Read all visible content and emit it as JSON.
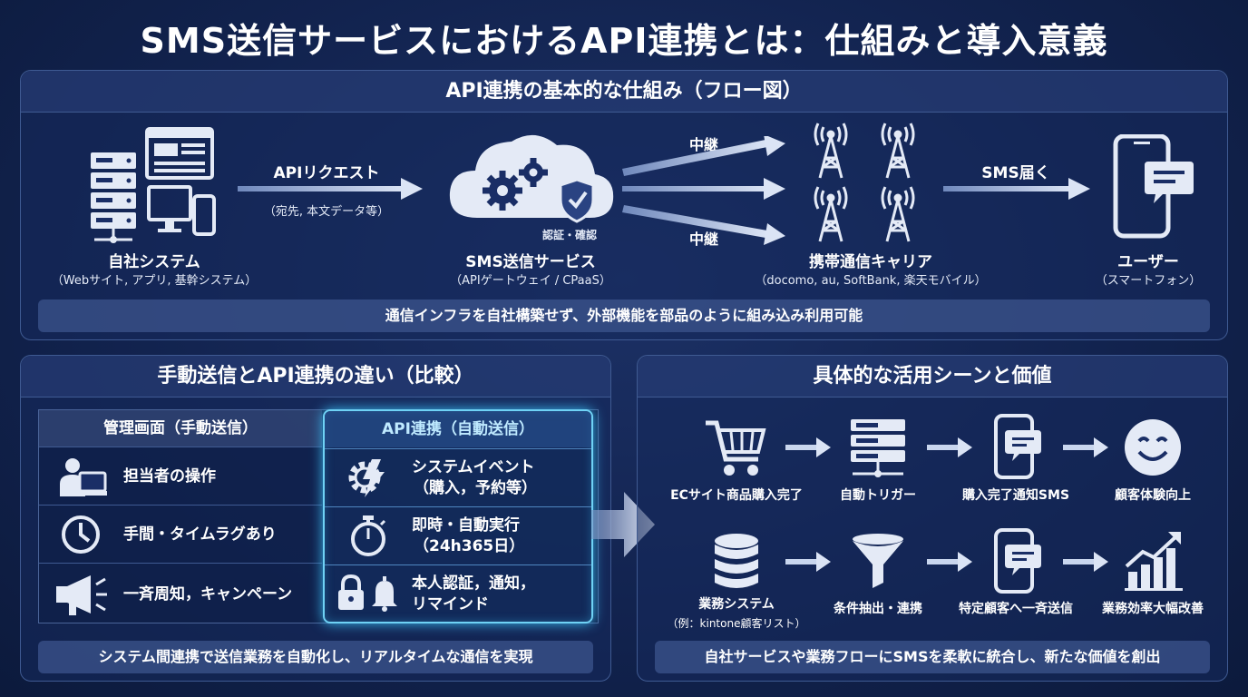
{
  "title": "SMS送信サービスにおけるAPI連携とは：仕組みと導入意義",
  "colors": {
    "background": "#12234f",
    "panel_border": "#3f5a92",
    "icon_light": "#e4eaf6",
    "arrow": "#c9d6ee",
    "glow_cyan": "#6fd2f5"
  },
  "flow_section": {
    "header": "API連携の基本的な仕組み（フロー図）",
    "nodes": [
      {
        "label": "自社システム",
        "sub": "（Webサイト, アプリ, 基幹システム）",
        "icon": "server-and-devices-icon"
      },
      {
        "label": "SMS送信サービス",
        "sub": "（APIゲートウェイ / CPaaS）",
        "icon": "cloud-gears-shield-icon"
      },
      {
        "label": "携帯通信キャリア",
        "sub": "（docomo, au, SoftBank, 楽天モバイル）",
        "icon": "cell-towers-icon"
      },
      {
        "label": "ユーザー",
        "sub": "（スマートフォン）",
        "icon": "smartphone-message-icon"
      }
    ],
    "arrow1_label": "APIリクエスト",
    "arrow1_sub": "（宛先, 本文データ等）",
    "auth_label": "認証・確認",
    "relay_top": "中継",
    "relay_bottom": "中継",
    "arrow3_label": "SMS届く",
    "footer": "通信インフラを自社構築せず、外部機能を部品のように組み込み利用可能"
  },
  "compare_section": {
    "header": "手動送信とAPI連携の違い（比較）",
    "manual_head": "管理画面（手動送信）",
    "api_head": "API連携（自動送信）",
    "manual_rows": [
      {
        "text": "担当者の操作",
        "icon": "person-at-computer-icon"
      },
      {
        "text": "手間・タイムラグあり",
        "icon": "clock-icon"
      },
      {
        "text": "一斉周知，キャンペーン",
        "icon": "megaphone-icon"
      }
    ],
    "api_rows": [
      {
        "line1": "システムイベント",
        "line2": "（購入，予約等）",
        "icon": "gear-lightning-icon"
      },
      {
        "line1": "即時・自動実行",
        "line2": "（24h365日）",
        "icon": "stopwatch-icon"
      },
      {
        "line1": "本人認証，通知，",
        "line2": "リマインド",
        "icon": "lock-and-bell-icon"
      }
    ],
    "footer": "システム間連携で送信業務を自動化し、リアルタイムな通信を実現"
  },
  "use_section": {
    "header": "具体的な活用シーンと価値",
    "row1": [
      {
        "label": "ECサイト商品購入完了",
        "icon": "shopping-cart-icon"
      },
      {
        "label": "自動トリガー",
        "icon": "server-trigger-icon"
      },
      {
        "label": "購入完了通知SMS",
        "icon": "smartphone-chat-icon"
      },
      {
        "label": "顧客体験向上",
        "icon": "smiley-face-icon"
      }
    ],
    "row2": [
      {
        "label": "業務システム",
        "sub": "（例：kintone顧客リスト）",
        "icon": "database-icon"
      },
      {
        "label": "条件抽出・連携",
        "icon": "funnel-icon"
      },
      {
        "label": "特定顧客へ一斉送信",
        "icon": "smartphone-chat-icon"
      },
      {
        "label": "業務効率大幅改善",
        "icon": "growth-chart-icon"
      }
    ],
    "footer": "自社サービスや業務フローにSMSを柔軟に統合し、新たな価値を創出"
  }
}
